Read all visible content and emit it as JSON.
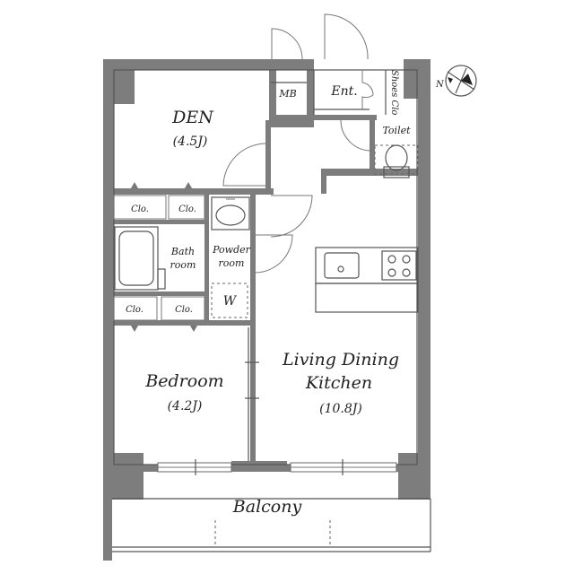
{
  "rooms": {
    "den": {
      "name": "DEN",
      "size": "(4.5J)"
    },
    "mb": {
      "name": "MB"
    },
    "entrance": {
      "name": "Ent."
    },
    "shoes_closet": {
      "name": "Shoes Clo"
    },
    "toilet": {
      "name": "Toilet"
    },
    "bath": {
      "name_line1": "Bath",
      "name_line2": "room"
    },
    "powder": {
      "name_line1": "Powder",
      "name_line2": "room"
    },
    "washer": {
      "name": "W"
    },
    "bedroom": {
      "name": "Bedroom",
      "size": "(4.2J)"
    },
    "ldk": {
      "name_line1": "Living Dining",
      "name_line2": "Kitchen",
      "size": "(10.8J)"
    },
    "balcony": {
      "name": "Balcony"
    }
  },
  "closets": {
    "top_left": "Clo.",
    "top_right": "Clo.",
    "bottom_left": "Clo.",
    "bottom_right": "Clo."
  },
  "compass": {
    "label": "N"
  }
}
